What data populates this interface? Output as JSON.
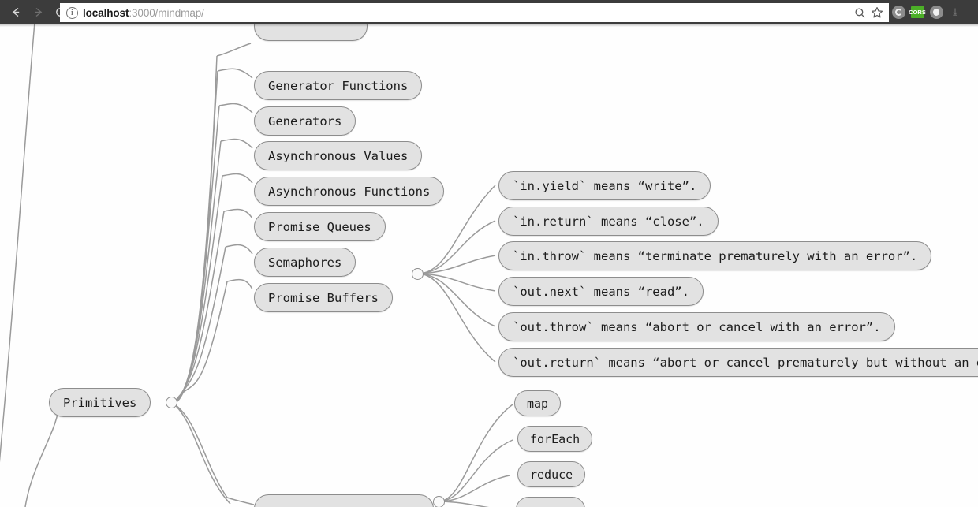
{
  "browser": {
    "back_label": "back-arrow",
    "forward_label": "forward-arrow",
    "reload_label": "reload",
    "url_host": "localhost",
    "url_path": ":3000/mindmap/",
    "url_full": "localhost:3000/mindmap/",
    "site_info_glyph": "i",
    "zoom_icon": "search-icon",
    "bookmark_icon": "star-icon",
    "extensions": [
      {
        "name": "extension-circle-grey",
        "label": ""
      },
      {
        "name": "extension-cors-green",
        "label": "CORS"
      },
      {
        "name": "extension-contrast-grey",
        "label": ""
      },
      {
        "name": "extension-pdf",
        "label": "⤓"
      }
    ],
    "chrome_bg": "#3c3c3c",
    "omnibox_bg": "#ffffff"
  },
  "mindmap": {
    "canvas_bg": "#fefefe",
    "node_fill": "#e2e2e2",
    "node_stroke": "#8d8d8d",
    "edge_stroke": "#9a9a9a",
    "root": {
      "label": "Primitives"
    },
    "branch_partial_top": {
      "label": ""
    },
    "primitive_children": [
      {
        "label": "Generator Functions"
      },
      {
        "label": "Generators"
      },
      {
        "label": "Asynchronous Values"
      },
      {
        "label": "Asynchronous Functions"
      },
      {
        "label": "Promise Queues"
      },
      {
        "label": "Semaphores"
      },
      {
        "label": "Promise Buffers"
      }
    ],
    "promise_buffer_details": [
      {
        "label": "`in.yield` means “write”."
      },
      {
        "label": "`in.return` means “close”."
      },
      {
        "label": "`in.throw` means “terminate prematurely with an error”."
      },
      {
        "label": "`out.next` means “read”."
      },
      {
        "label": "`out.throw` means “abort or cancel with an error”."
      },
      {
        "label": "`out.return` means “abort or cancel prematurely but without an error”."
      }
    ],
    "stream_methods": [
      {
        "label": "map"
      },
      {
        "label": "forEach"
      },
      {
        "label": "reduce"
      }
    ]
  }
}
